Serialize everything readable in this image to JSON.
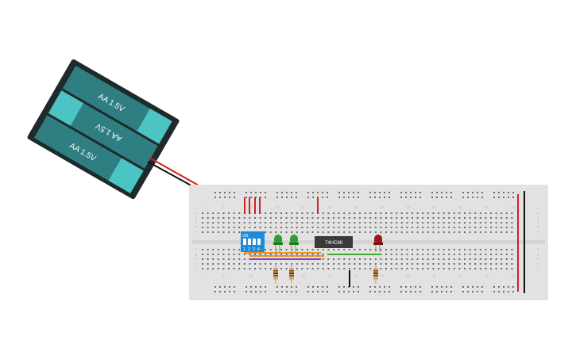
{
  "battery": {
    "cells": [
      "AA 1.5V",
      "AA 1.5V",
      "AA 1.5V"
    ],
    "colors": {
      "case": "#1f2a2c",
      "cell_dark": "#2f7f82",
      "cell_light": "#4cc4c4",
      "label": "#ffffff"
    }
  },
  "breadboard": {
    "colors": {
      "body": "#e2e2e2",
      "hole": "#6c6c6c",
      "label": "#b0b0b0",
      "rail_red": "#d21f1f",
      "rail_black": "#1a1a1a"
    },
    "column_labels": [
      "1",
      "5",
      "10",
      "15",
      "20",
      "25",
      "30",
      "35",
      "40",
      "45",
      "50",
      "55",
      "60"
    ],
    "row_labels_top": [
      "a",
      "b",
      "c",
      "d",
      "e"
    ],
    "row_labels_bottom": [
      "f",
      "g",
      "h",
      "i",
      "j"
    ]
  },
  "dip_switch": {
    "on_label": "ON",
    "numbers": [
      "1",
      "2",
      "3",
      "4"
    ],
    "color": "#1e8bd8"
  },
  "ic": {
    "label": "74HC86",
    "color": "#3a3a3a"
  },
  "leds": [
    {
      "color": "green"
    },
    {
      "color": "green"
    },
    {
      "color": "red"
    }
  ],
  "resistors": {
    "count": 3,
    "color": "#d8a468"
  },
  "wires": {
    "colors": {
      "red": "#d62020",
      "black": "#111111",
      "orange": "#e8941e",
      "purple": "#8a3ec9",
      "green": "#43a82c"
    }
  }
}
